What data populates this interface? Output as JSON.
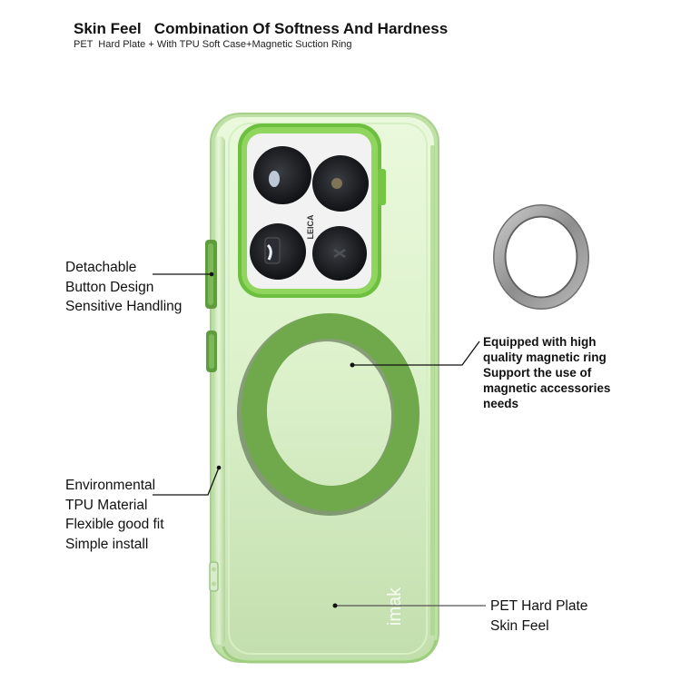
{
  "header": {
    "title": "Skin Feel   Combination Of Softness And Hardness",
    "subtitle": "PET  Hard Plate + With TPU Soft Case+Magnetic Suction Ring"
  },
  "callouts": {
    "button": {
      "lines": [
        "Detachable",
        "Button Design",
        "Sensitive Handling"
      ]
    },
    "tpu": {
      "lines": [
        "Environmental",
        "TPU Material",
        "Flexible good fit",
        "Simple install"
      ]
    },
    "ring": {
      "lines": [
        "Equipped with high",
        "quality magnetic ring",
        "Support the use of",
        "magnetic accessories",
        "needs"
      ]
    },
    "pet": {
      "lines": [
        "PET Hard Plate",
        "Skin Feel"
      ]
    }
  },
  "product": {
    "brand_logo": "imak",
    "camera_brand": "LEICA",
    "case_color": "#c9e8b4",
    "accent_green": "#6fb04a",
    "ring_green": "#72aa4f",
    "metal_ring_color": "#9a9a9a"
  }
}
